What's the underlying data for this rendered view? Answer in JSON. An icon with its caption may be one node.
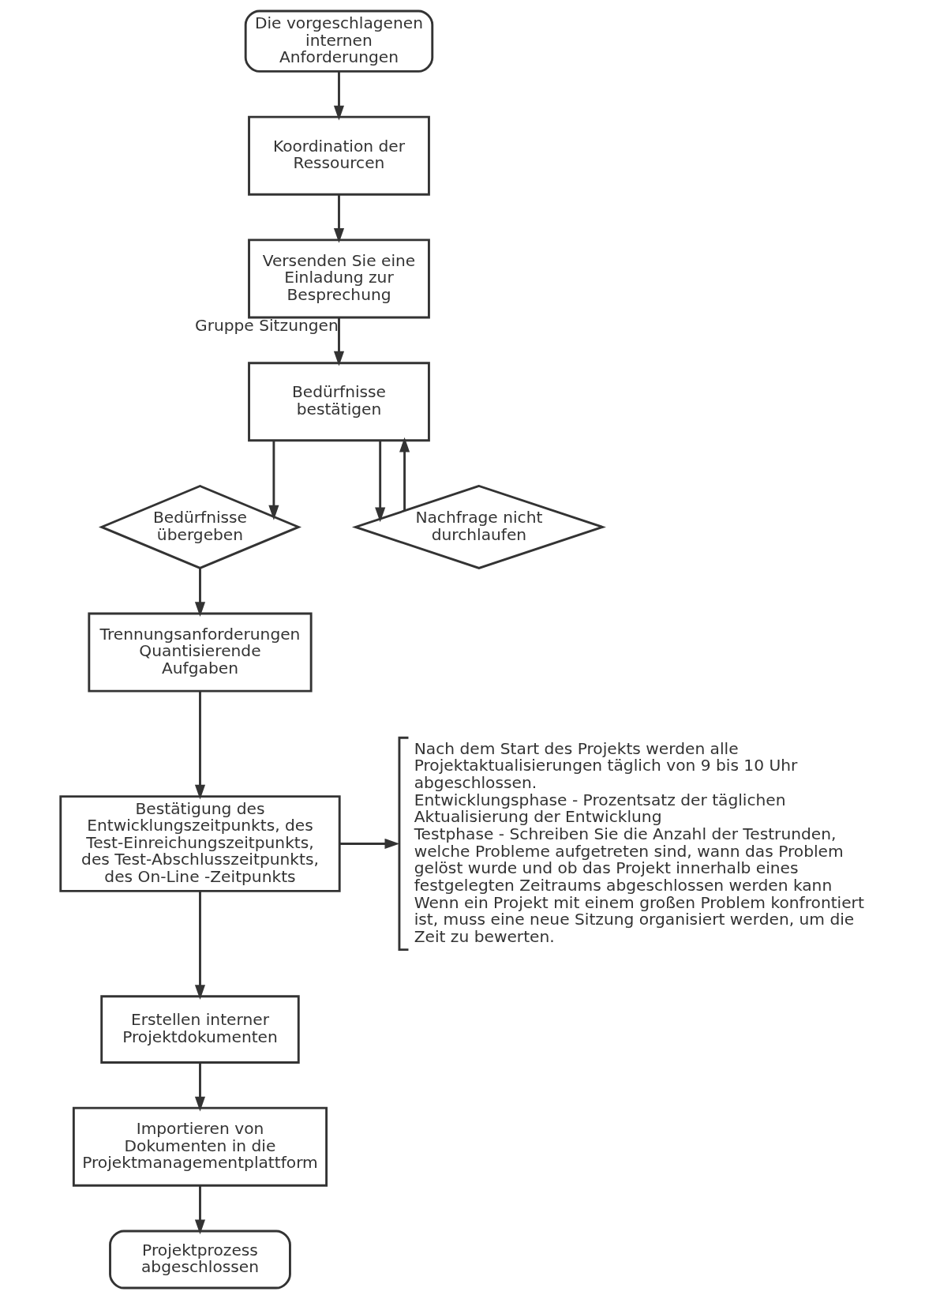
{
  "diagram": {
    "nodes": [
      {
        "text": [
          "Die vorgeschlagenen internen Anforderungen"
        ]
      },
      {
        "text": [
          "Koordination der Ressourcen"
        ]
      },
      {
        "text": [
          "Versenden Sie eine Einladung zur Besprechung"
        ]
      },
      {
        "text": [
          "Bedürfnisse bestätigen"
        ]
      },
      {
        "text": [
          "Bedürfnisse übergeben"
        ]
      },
      {
        "text": [
          "Nachfrage nicht durchlaufen"
        ]
      },
      {
        "text": [
          "Trennungsanforderungen Quantisierende Aufgaben"
        ]
      },
      {
        "text": [
          "Bestätigung des Entwicklungszeitpunkts, des Test-Einreichungszeitpunkts, des Test-Abschlusszeitpunkts, des On-Line -Zeitpunkts"
        ]
      },
      {
        "text": [
          "Nach dem Start des Projekts werden alle Projektaktualisierungen täglich von 9 bis 10 Uhr abgeschlossen.",
          "Entwicklungsphase - Prozentsatz der täglichen Aktualisierung der Entwicklung",
          "Testphase - Schreiben Sie die Anzahl der Testrunden, welche Probleme aufgetreten sind, wann das Problem gelöst wurde und ob das Projekt innerhalb eines festgelegten Zeitraums abgeschlossen werden kann",
          "Wenn ein Projekt mit einem großen Problem konfrontiert ist, muss eine neue Sitzung organisiert werden, um die Zeit zu bewerten."
        ]
      },
      {
        "text": [
          "Erstellen interner Projektdokumenten"
        ]
      },
      {
        "text": [
          "Importieren von Dokumenten in die Projektmanagementplattform"
        ]
      },
      {
        "text": [
          "Projektprozess abgeschlossen"
        ]
      }
    ],
    "edges": [
      {
        "from": 0,
        "to": 1,
        "arrow": "to"
      },
      {
        "from": 1,
        "to": 2,
        "arrow": "to"
      },
      {
        "from": 2,
        "to": 3,
        "arrow": "to",
        "label": "Gruppe Sitzungen"
      },
      {
        "from": 3,
        "to": 4,
        "arrow": "to"
      },
      {
        "from": 3,
        "to": 5,
        "arrow": "to"
      },
      {
        "from": 5,
        "to": 3,
        "arrow": "to"
      },
      {
        "from": 4,
        "to": 6,
        "arrow": "to"
      },
      {
        "from": 6,
        "to": 7,
        "arrow": "to"
      },
      {
        "from": 7,
        "to": 8,
        "arrow": "to"
      },
      {
        "from": 7,
        "to": 9,
        "arrow": "to"
      },
      {
        "from": 9,
        "to": 10,
        "arrow": "to"
      },
      {
        "from": 10,
        "to": 11,
        "arrow": "to"
      }
    ]
  }
}
